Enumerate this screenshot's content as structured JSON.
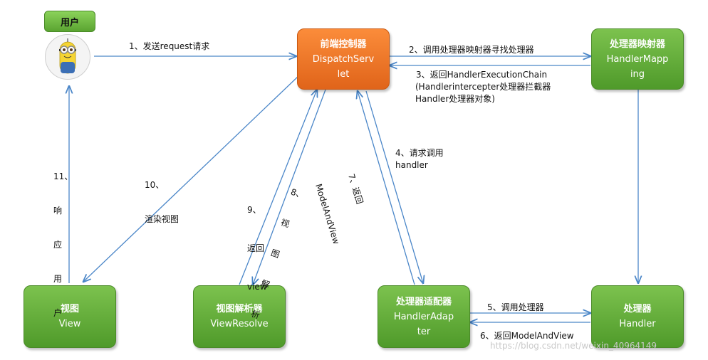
{
  "user": {
    "label": "用户",
    "avatar_icon": "minion-icon"
  },
  "boxes": {
    "dispatcher": {
      "title": "前端控制器",
      "line1": "DispatchServ",
      "line2": "let"
    },
    "mapping": {
      "title": "处理器映射器",
      "line1": "HandlerMapp",
      "line2": "ing"
    },
    "adapter": {
      "title": "处理器适配器",
      "line1": "HandlerAdap",
      "line2": "ter"
    },
    "handler": {
      "title": "处理器",
      "line1": "Handler"
    },
    "view": {
      "title": "视图",
      "line1": "View"
    },
    "resolver": {
      "title": "视图解析器",
      "line1": "ViewResolve"
    }
  },
  "steps": {
    "s1": "1、发送request请求",
    "s2": "2、调用处理器映射器寻找处理器",
    "s3_l1": "3、返回HandlerExecutionChain",
    "s3_l2": "(Handlerintercepter处理器拦截器",
    "s3_l3": "Handler处理器对象)",
    "s4_l1": "4、请求调用",
    "s4_l2": "handler",
    "s5": "5、调用处理器",
    "s6": "6、返回ModelAndView",
    "s7_l1": "7、返回",
    "s7_l2": "ModelAndView",
    "s8_l1": "8、",
    "s8_l2": "视",
    "s8_l3": "图",
    "s8_l4": "解",
    "s8_l5": "析",
    "s9_l1": "9、",
    "s9_l2": "返回",
    "s9_l3": "view",
    "s10_l1": "10、",
    "s10_l2": "渲染视图",
    "s11_l1": "11、",
    "s11_l2": "响",
    "s11_l3": "应",
    "s11_l4": "用",
    "s11_l5": "户"
  },
  "watermark": "https://blog.csdn.net/weixin_40964149",
  "colors": {
    "arrow": "#4a86c8",
    "green": "#5aa431",
    "orange": "#ee7424"
  }
}
